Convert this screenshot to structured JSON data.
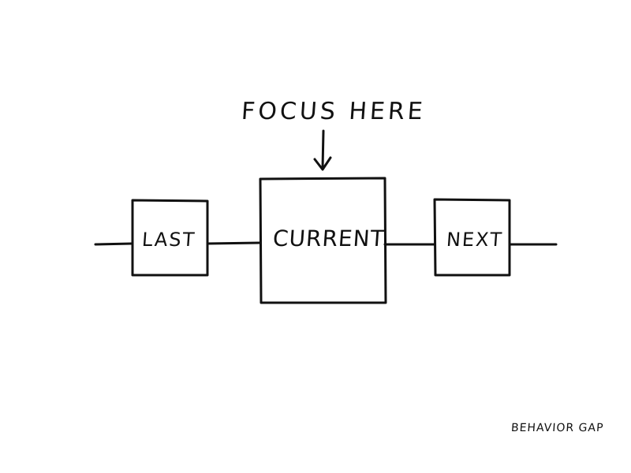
{
  "header": {
    "label": "Focus Here"
  },
  "boxes": [
    {
      "label": "Last"
    },
    {
      "label": "Current"
    },
    {
      "label": "Next"
    }
  ],
  "footer": {
    "brand": "Behavior Gap"
  }
}
